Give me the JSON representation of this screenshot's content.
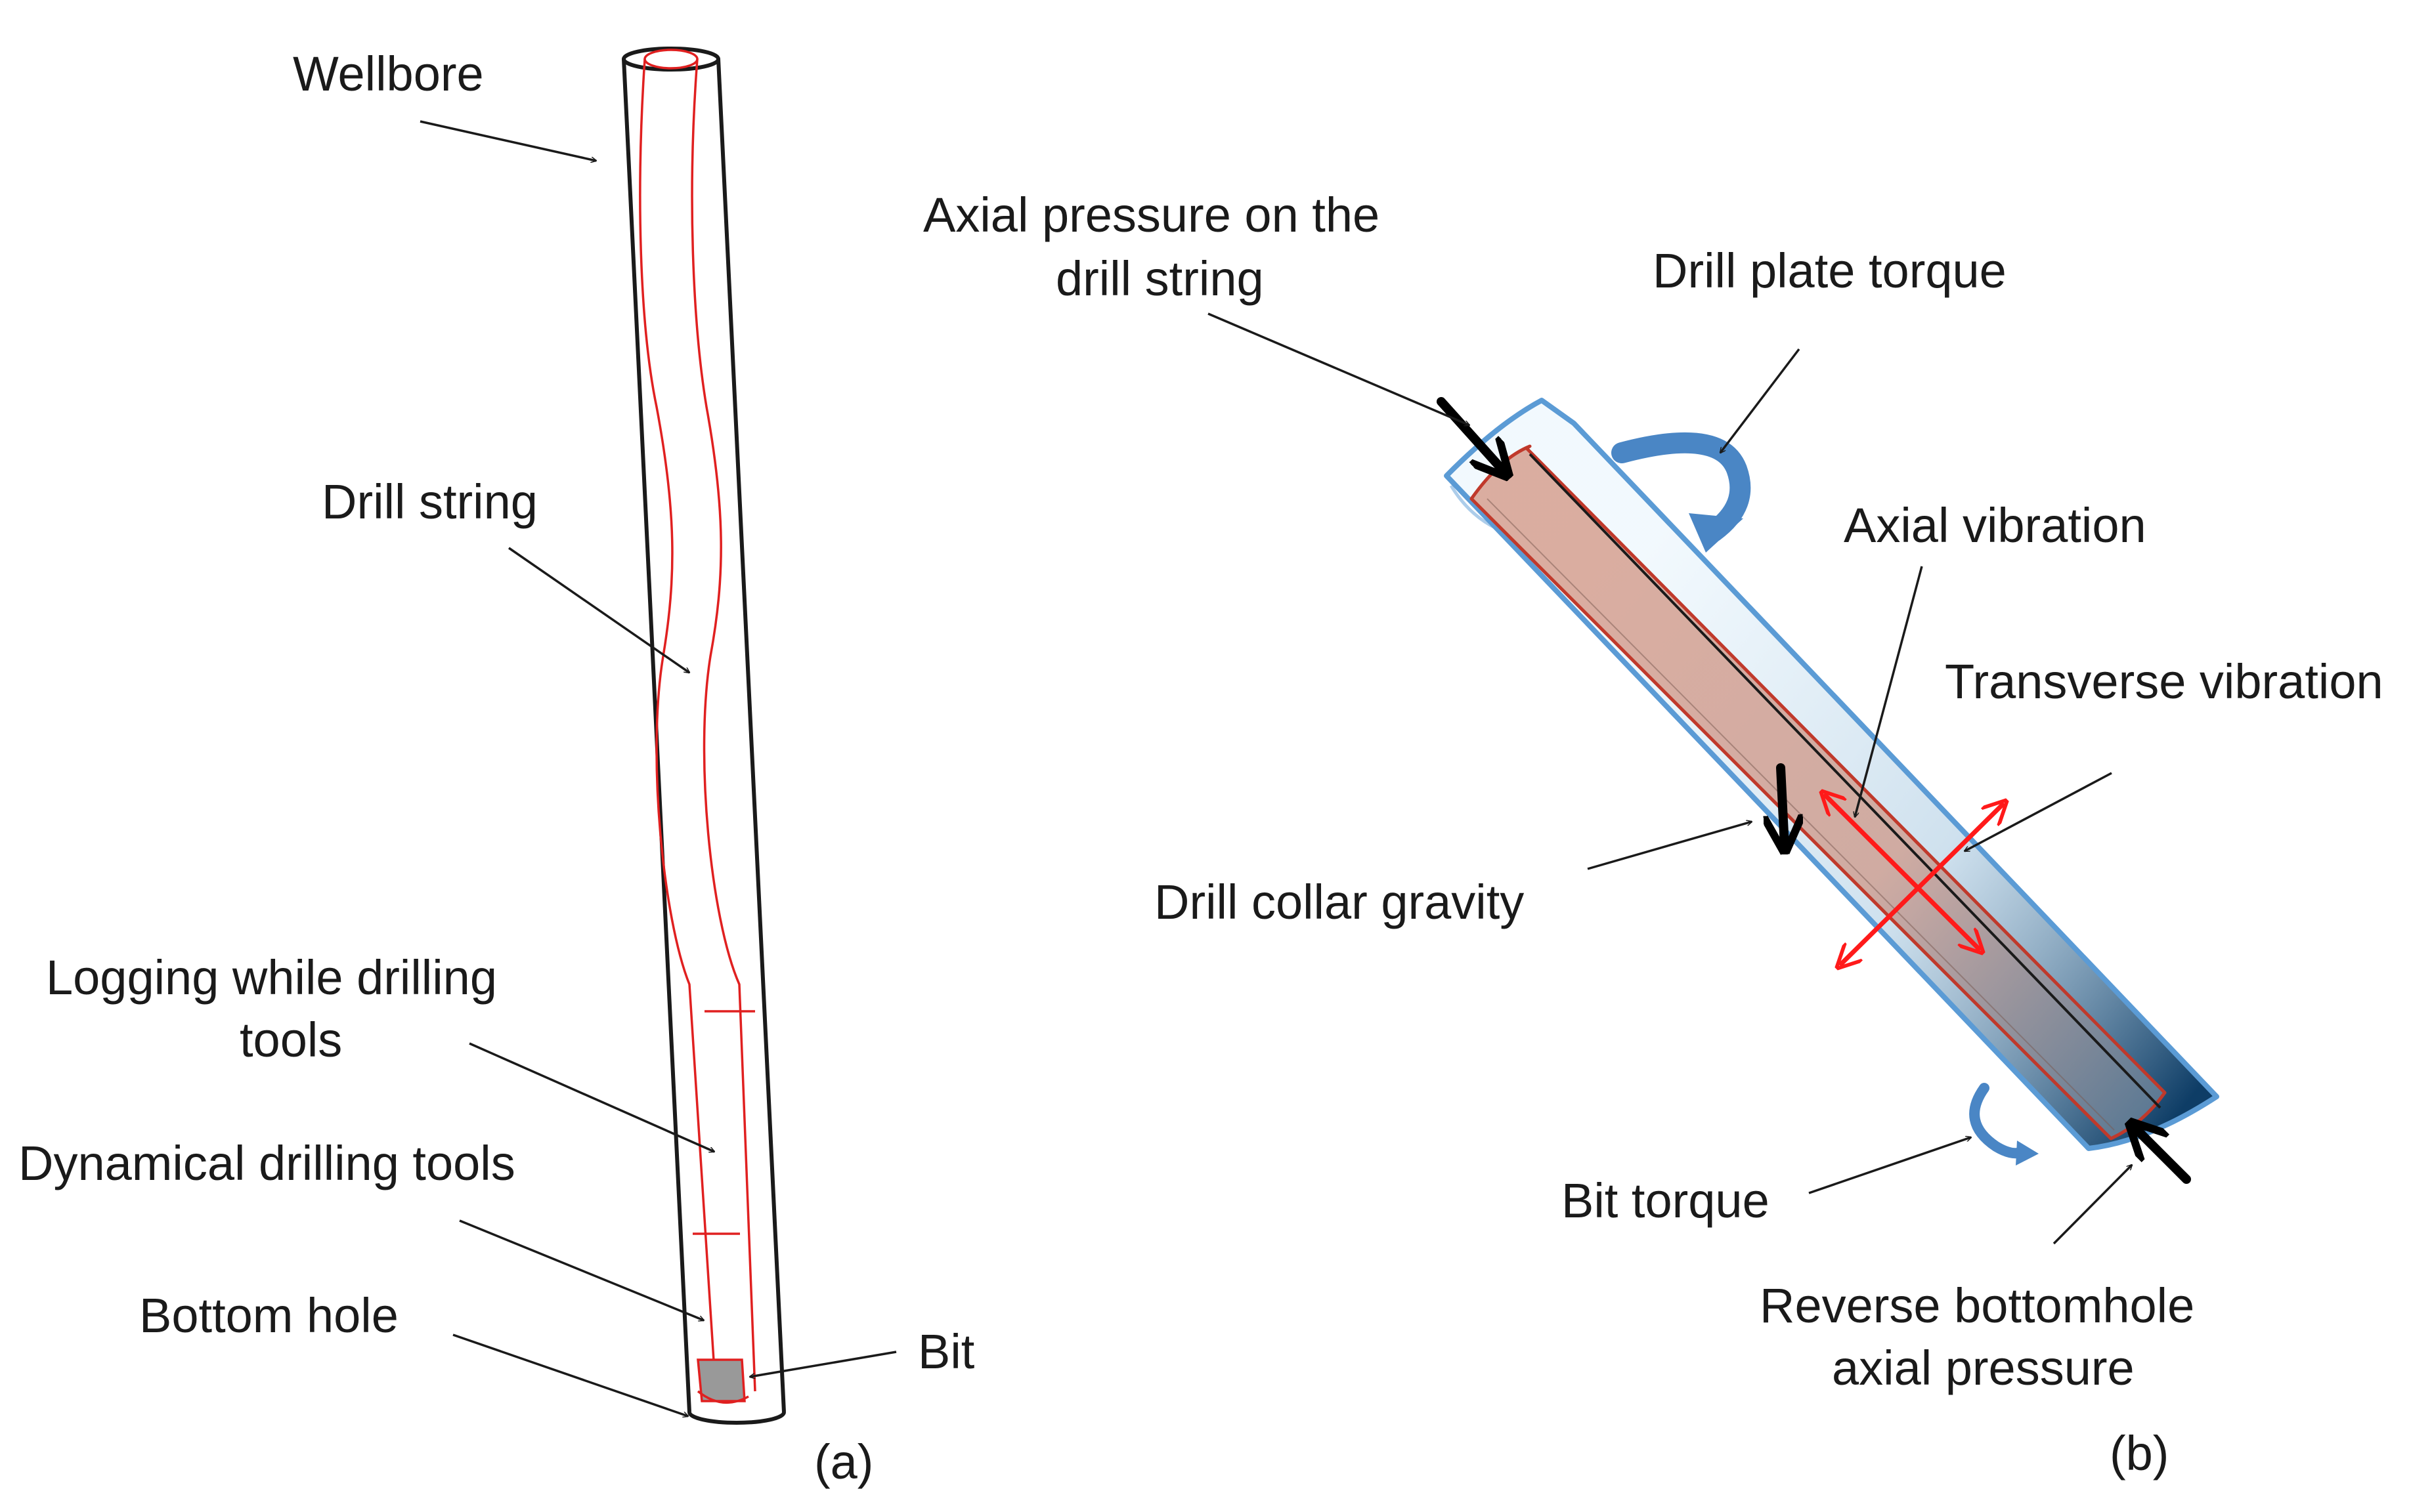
{
  "panel_a": {
    "labels": {
      "wellbore": "Wellbore",
      "drill_string": "Drill string",
      "lwd_line1": "Logging while drilling",
      "lwd_line2": "tools",
      "dyn_tools": "Dynamical drilling tools",
      "bottom_hole": "Bottom hole",
      "bit": "Bit"
    },
    "caption": "(a)"
  },
  "panel_b": {
    "labels": {
      "axial_pressure_line1": "Axial pressure on the",
      "axial_pressure_line2": "drill string",
      "drill_plate_torque": "Drill plate torque",
      "axial_vibration": "Axial vibration",
      "transverse_vibration": "Transverse vibration",
      "drill_collar_gravity": "Drill collar gravity",
      "bit_torque": "Bit torque",
      "reverse_line1": "Reverse bottomhole",
      "reverse_line2": "axial pressure"
    },
    "caption": "(b)"
  },
  "colors": {
    "outline": "#1a1a1a",
    "drill_string": "#e02020",
    "bit_fill": "#999999",
    "outer_tube": "#5b9bd5",
    "inner_tube_fill": "#d9a394",
    "inner_tube_edge": "#c0392b",
    "force_arrow": "#000000",
    "vibration_arrow": "#ff1a1a",
    "torque_arrow": "#4a86c5"
  }
}
